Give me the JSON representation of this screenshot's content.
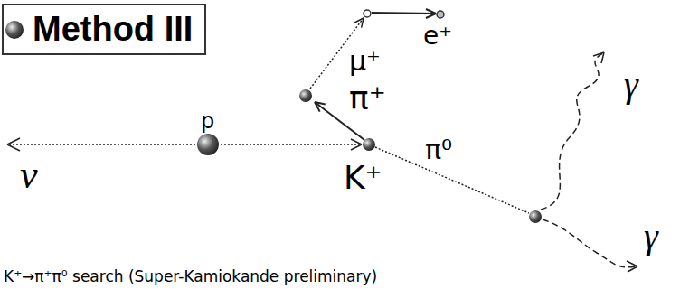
{
  "diagram": {
    "caption": "K⁺→π⁺π⁰ search (Super-Kamiokande preliminary)",
    "nodes": [
      {
        "text": [
          "Method III"
        ]
      }
    ],
    "edges": [],
    "labels": [
      "μ⁺",
      "e⁺",
      "π⁺",
      "π⁰",
      "γ",
      "γ",
      "ν",
      "p",
      "K⁺"
    ]
  }
}
